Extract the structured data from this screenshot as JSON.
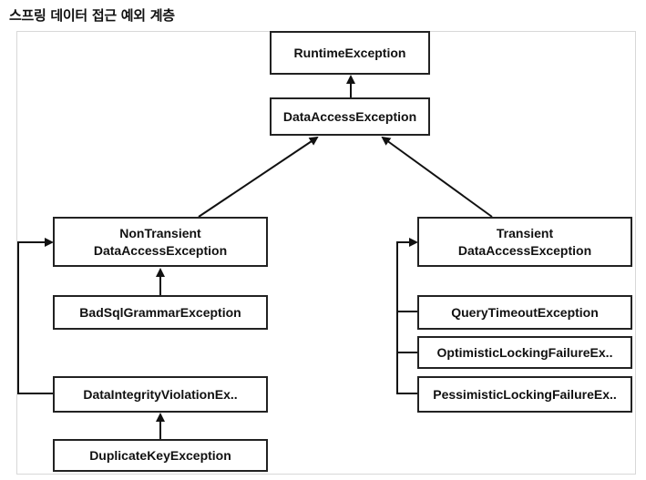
{
  "title": "스프링 데이터 접근 예외 계층",
  "boxes": {
    "runtime": "RuntimeException",
    "data_access": "DataAccessException",
    "non_transient_line1": "NonTransient",
    "non_transient_line2": "DataAccessException",
    "transient_line1": "Transient",
    "transient_line2": "DataAccessException",
    "bad_sql": "BadSqlGrammarException",
    "data_integrity": "DataIntegrityViolationEx..",
    "duplicate_key": "DuplicateKeyException",
    "query_timeout": "QueryTimeoutException",
    "optimistic": "OptimisticLockingFailureEx..",
    "pessimistic": "PessimisticLockingFailureEx.."
  }
}
